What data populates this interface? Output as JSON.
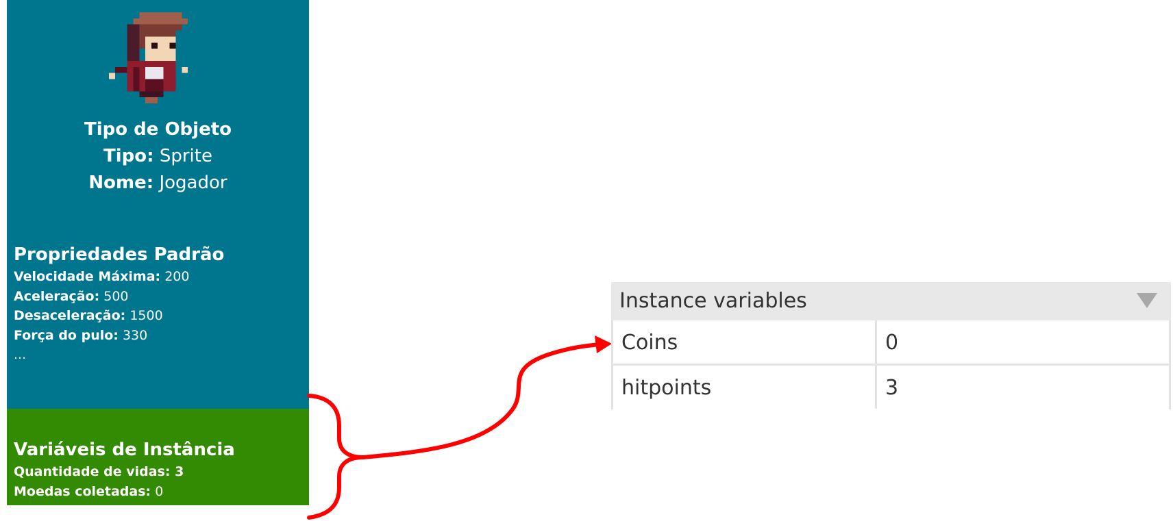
{
  "object_card": {
    "type_header": "Tipo de Objeto",
    "type_label": "Tipo:",
    "type_value": "Sprite",
    "name_label": "Nome:",
    "name_value": "Jogador",
    "colors": {
      "card_top": "#00768E",
      "card_bottom": "#338B04"
    }
  },
  "default_properties": {
    "heading": "Propriedades Padrão",
    "rows": [
      {
        "label": "Velocidade Máxima:",
        "value": "200"
      },
      {
        "label": "Aceleração:",
        "value": "500"
      },
      {
        "label": "Desaceleração:",
        "value": "1500"
      },
      {
        "label": "Força do pulo:",
        "value": "330"
      }
    ],
    "ellipsis": "..."
  },
  "instance_variables_card": {
    "heading": "Variáveis de Instância",
    "rows": [
      {
        "label": "Quantidade de vidas: 3",
        "value": ""
      },
      {
        "label": "Moedas coletadas:",
        "value": "0"
      }
    ]
  },
  "instance_panel": {
    "title": "Instance variables",
    "collapse_icon": "triangle-down-icon",
    "rows": [
      {
        "name": "Coins",
        "value": "0"
      },
      {
        "name": "hitpoints",
        "value": "3"
      }
    ]
  },
  "connector": {
    "color": "#FF0000",
    "shape": "brace-with-arrow"
  }
}
